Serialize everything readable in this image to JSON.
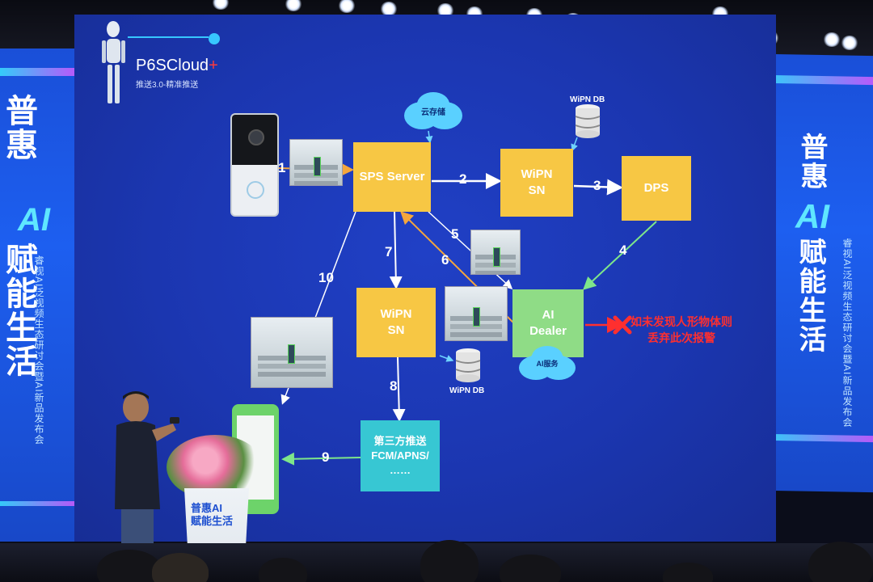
{
  "slide": {
    "title": "P6SCloud",
    "title_plus": "+",
    "subtitle": "推送3.0-精准推送"
  },
  "diagram": {
    "sps_server": "SPS Server",
    "wipn_sn_top": [
      "WiPN",
      "SN"
    ],
    "dps": "DPS",
    "wipn_sn_mid": [
      "WiPN",
      "SN"
    ],
    "ai_dealer": [
      "AI",
      "Dealer"
    ],
    "push_box": [
      "第三方推送",
      "FCM/APNS/",
      "……"
    ],
    "cloud_storage": "云存储",
    "ai_service": "AI服务",
    "db_top_label": "WiPN DB",
    "db_mid_label": "WiPN DB",
    "warning": [
      "如未发现人形物体则",
      "丢弃此次报警"
    ],
    "step_numbers": [
      "1",
      "2",
      "3",
      "4",
      "5",
      "6",
      "7",
      "8",
      "9",
      "10"
    ]
  },
  "banners": {
    "left_title": "普惠",
    "left_ai": "AI",
    "left_slogan": "赋能生活",
    "left_sub": "睿视AI泛视频生态研讨会暨AI新品发布会",
    "right_title": "普惠",
    "right_ai": "AI",
    "right_slogan": "赋能生活",
    "right_sub": "睿视AI泛视频生态研讨会暨AI新品发布会"
  },
  "podium": {
    "line1": "普惠AI",
    "line2": "赋能生活"
  },
  "colors": {
    "screen_blue": "#1b36b0",
    "box_yellow": "#f7c744",
    "box_green": "#8fdc86",
    "box_cyan": "#37c7d3",
    "arrow_white": "#ffffff",
    "arrow_orange": "#f5a63c",
    "arrow_green": "#7ee68a",
    "arrow_red": "#ff2f2f",
    "banner_blue": "#1d5ff0"
  }
}
